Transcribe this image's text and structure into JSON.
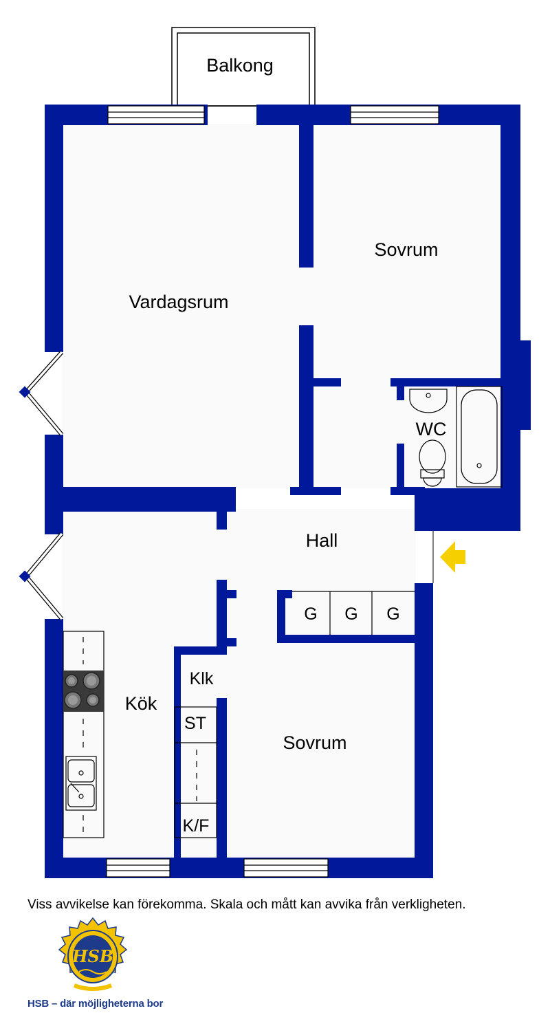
{
  "colors": {
    "wall": "#00189a",
    "floor": "#fafafa",
    "entrance_arrow": "#f6cf00",
    "logo_gold": "#f3c200",
    "logo_blue": "#1d3b8a"
  },
  "rooms": {
    "balkong": "Balkong",
    "vardagsrum": "Vardagsrum",
    "sovrum_top": "Sovrum",
    "wc": "WC",
    "hall": "Hall",
    "kok": "Kök",
    "klk": "Klk",
    "st": "ST",
    "kf": "K/F",
    "sovrum_bottom": "Sovrum",
    "garderob_1": "G",
    "garderob_2": "G",
    "garderob_3": "G"
  },
  "disclaimer": "Viss avvikelse kan förekomma. Skala och mått kan avvika från verkligheten.",
  "logo": {
    "text": "HSB",
    "tagline": "HSB – där möjligheterna bor"
  }
}
